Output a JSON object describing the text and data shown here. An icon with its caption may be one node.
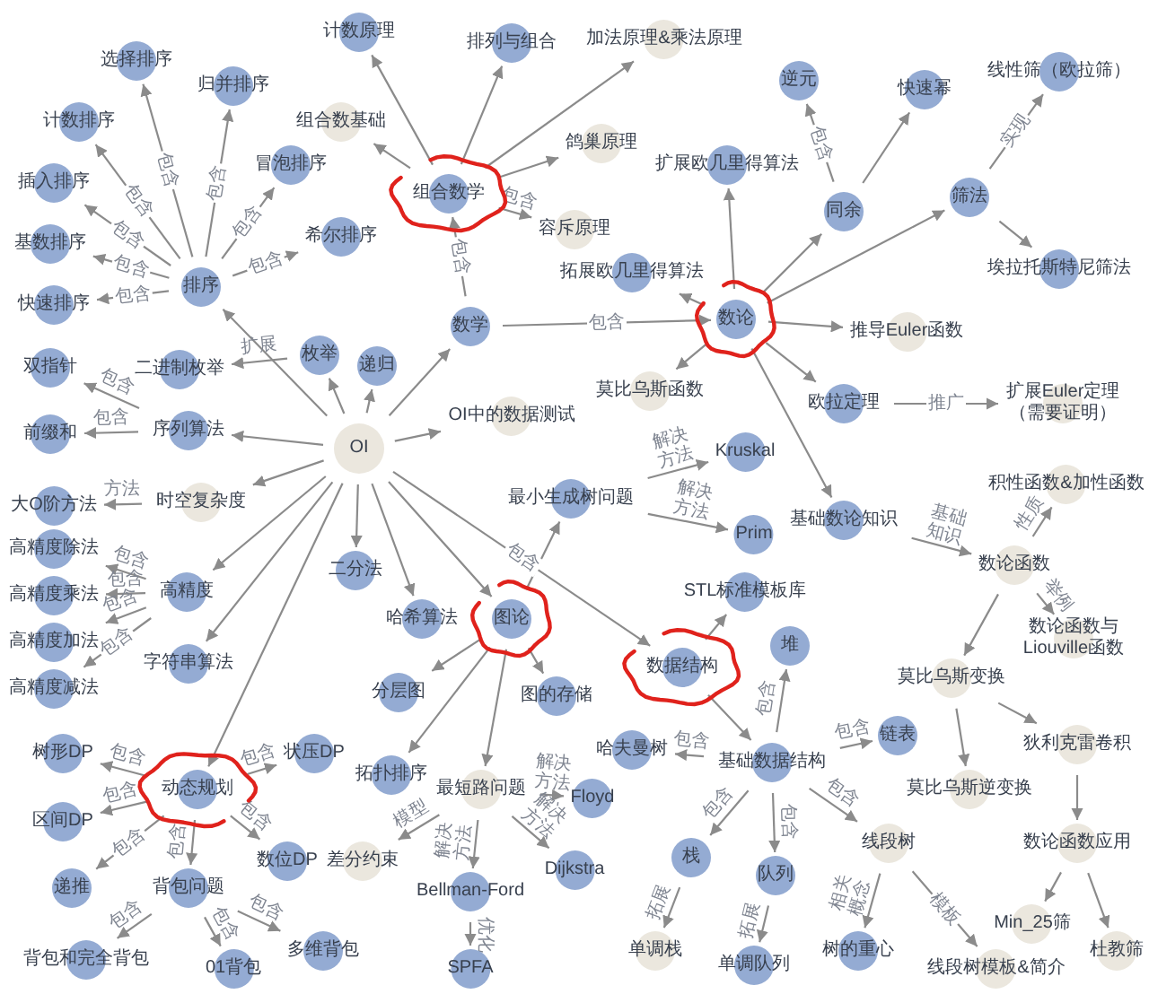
{
  "diagram": {
    "nodes": [
      {
        "text": [
          "OI"
        ]
      },
      {
        "text": [
          "排序"
        ]
      },
      {
        "text": [
          "选择排序"
        ]
      },
      {
        "text": [
          "归并排序"
        ]
      },
      {
        "text": [
          "冒泡排序"
        ]
      },
      {
        "text": [
          "计数排序"
        ]
      },
      {
        "text": [
          "插入排序"
        ]
      },
      {
        "text": [
          "基数排序"
        ]
      },
      {
        "text": [
          "快速排序"
        ]
      },
      {
        "text": [
          "希尔排序"
        ]
      },
      {
        "text": [
          "枚举"
        ]
      },
      {
        "text": [
          "二进制枚举"
        ]
      },
      {
        "text": [
          "序列算法"
        ]
      },
      {
        "text": [
          "双指针"
        ]
      },
      {
        "text": [
          "前缀和"
        ]
      },
      {
        "text": [
          "时空复杂度"
        ]
      },
      {
        "text": [
          "大O阶方法"
        ]
      },
      {
        "text": [
          "高精度"
        ]
      },
      {
        "text": [
          "高精度除法"
        ]
      },
      {
        "text": [
          "高精度乘法"
        ]
      },
      {
        "text": [
          "高精度加法"
        ]
      },
      {
        "text": [
          "高精度减法"
        ]
      },
      {
        "text": [
          "二分法"
        ]
      },
      {
        "text": [
          "哈希算法"
        ]
      },
      {
        "text": [
          "字符串算法"
        ]
      },
      {
        "text": [
          "动态规划"
        ]
      },
      {
        "text": [
          "树形DP"
        ]
      },
      {
        "text": [
          "区间DP"
        ]
      },
      {
        "text": [
          "递推"
        ]
      },
      {
        "text": [
          "数位DP"
        ]
      },
      {
        "text": [
          "状压DP"
        ]
      },
      {
        "text": [
          "背包问题"
        ]
      },
      {
        "text": [
          "背包和完全背包"
        ]
      },
      {
        "text": [
          "01背包"
        ]
      },
      {
        "text": [
          "多维背包"
        ]
      },
      {
        "text": [
          "递归"
        ]
      },
      {
        "text": [
          "数学"
        ]
      },
      {
        "text": [
          "组合数学"
        ]
      },
      {
        "text": [
          "计数原理"
        ]
      },
      {
        "text": [
          "排列与组合"
        ]
      },
      {
        "text": [
          "加法原理&乘法原理"
        ]
      },
      {
        "text": [
          "鸽巢原理"
        ]
      },
      {
        "text": [
          "组合数基础"
        ]
      },
      {
        "text": [
          "容斥原理"
        ]
      },
      {
        "text": [
          "数论"
        ]
      },
      {
        "text": [
          "同余"
        ]
      },
      {
        "text": [
          "逆元"
        ]
      },
      {
        "text": [
          "快速幂"
        ]
      },
      {
        "text": [
          "扩展欧几里得算法"
        ]
      },
      {
        "text": [
          "拓展欧几里得算法"
        ]
      },
      {
        "text": [
          "筛法"
        ]
      },
      {
        "text": [
          "线性筛（欧拉筛）"
        ]
      },
      {
        "text": [
          "埃拉托斯特尼筛法"
        ]
      },
      {
        "text": [
          "推导Euler函数"
        ]
      },
      {
        "text": [
          "欧拉定理"
        ]
      },
      {
        "text": [
          "扩展Euler定理（需要证明）"
        ]
      },
      {
        "text": [
          "莫比乌斯函数"
        ]
      },
      {
        "text": [
          "基础数论知识"
        ]
      },
      {
        "text": [
          "数论函数"
        ]
      },
      {
        "text": [
          "数论函数与Liouville函数"
        ]
      },
      {
        "text": [
          "积性函数&加性函数"
        ]
      },
      {
        "text": [
          "莫比乌斯变换"
        ]
      },
      {
        "text": [
          "莫比乌斯逆变换"
        ]
      },
      {
        "text": [
          "狄利克雷卷积"
        ]
      },
      {
        "text": [
          "数论函数应用"
        ]
      },
      {
        "text": [
          "Min_25筛"
        ]
      },
      {
        "text": [
          "杜教筛"
        ]
      },
      {
        "text": [
          "OI中的数据测试"
        ]
      },
      {
        "text": [
          "图论"
        ]
      },
      {
        "text": [
          "数据结构"
        ]
      },
      {
        "text": [
          "最小生成树问题"
        ]
      },
      {
        "text": [
          "Kruskal"
        ]
      },
      {
        "text": [
          "Prim"
        ]
      },
      {
        "text": [
          "图的存储"
        ]
      },
      {
        "text": [
          "分层图"
        ]
      },
      {
        "text": [
          "拓扑排序"
        ]
      },
      {
        "text": [
          "最短路问题"
        ]
      },
      {
        "text": [
          "差分约束"
        ]
      },
      {
        "text": [
          "Bellman-Ford"
        ]
      },
      {
        "text": [
          "Dijkstra"
        ]
      },
      {
        "text": [
          "Floyd"
        ]
      },
      {
        "text": [
          "SPFA"
        ]
      },
      {
        "text": [
          "STL标准模板库"
        ]
      },
      {
        "text": [
          "基础数据结构"
        ]
      },
      {
        "text": [
          "链表"
        ]
      },
      {
        "text": [
          "栈"
        ]
      },
      {
        "text": [
          "单调栈"
        ]
      },
      {
        "text": [
          "堆"
        ]
      },
      {
        "text": [
          "队列"
        ]
      },
      {
        "text": [
          "单调队列"
        ]
      },
      {
        "text": [
          "哈夫曼树"
        ]
      },
      {
        "text": [
          "线段树"
        ]
      },
      {
        "text": [
          "树的重心"
        ]
      },
      {
        "text": [
          "线段树模板&简介"
        ]
      }
    ],
    "edges": [
      {
        "from": 0,
        "to": 1,
        "arrow": "to"
      },
      {
        "from": 0,
        "to": 10,
        "arrow": "to"
      },
      {
        "from": 0,
        "to": 12,
        "arrow": "to"
      },
      {
        "from": 0,
        "to": 15,
        "arrow": "to"
      },
      {
        "from": 0,
        "to": 17,
        "arrow": "to"
      },
      {
        "from": 0,
        "to": 22,
        "arrow": "to"
      },
      {
        "from": 0,
        "to": 23,
        "arrow": "to"
      },
      {
        "from": 0,
        "to": 24,
        "arrow": "to"
      },
      {
        "from": 0,
        "to": 25,
        "arrow": "to"
      },
      {
        "from": 0,
        "to": 35,
        "arrow": "to"
      },
      {
        "from": 0,
        "to": 36,
        "arrow": "to"
      },
      {
        "from": 0,
        "to": 67,
        "arrow": "to"
      },
      {
        "from": 0,
        "to": 68,
        "arrow": "to"
      },
      {
        "from": 0,
        "to": 69,
        "label": "包含",
        "arrow": "to"
      },
      {
        "from": 1,
        "to": 2,
        "label": "包含",
        "arrow": "to"
      },
      {
        "from": 1,
        "to": 3,
        "label": "包含",
        "arrow": "to"
      },
      {
        "from": 1,
        "to": 4,
        "label": "包含",
        "arrow": "to"
      },
      {
        "from": 1,
        "to": 5,
        "label": "包含",
        "arrow": "to"
      },
      {
        "from": 1,
        "to": 6,
        "label": "包含",
        "arrow": "to"
      },
      {
        "from": 1,
        "to": 7,
        "label": "包含",
        "arrow": "to"
      },
      {
        "from": 1,
        "to": 8,
        "label": "包含",
        "arrow": "to"
      },
      {
        "from": 1,
        "to": 9,
        "label": "包含",
        "arrow": "to"
      },
      {
        "from": 10,
        "to": 11,
        "label": "扩展",
        "arrow": "to"
      },
      {
        "from": 12,
        "to": 13,
        "label": "包含",
        "arrow": "to"
      },
      {
        "from": 12,
        "to": 14,
        "label": "包含",
        "arrow": "to"
      },
      {
        "from": 15,
        "to": 16,
        "label": "方法",
        "arrow": "to"
      },
      {
        "from": 17,
        "to": 18,
        "label": "包含",
        "arrow": "to"
      },
      {
        "from": 17,
        "to": 19,
        "label": "包含",
        "arrow": "to"
      },
      {
        "from": 17,
        "to": 20,
        "label": "包含",
        "arrow": "to"
      },
      {
        "from": 17,
        "to": 21,
        "label": "包含",
        "arrow": "to"
      },
      {
        "from": 25,
        "to": 26,
        "label": "包含",
        "arrow": "to"
      },
      {
        "from": 25,
        "to": 27,
        "label": "包含",
        "arrow": "to"
      },
      {
        "from": 25,
        "to": 28,
        "label": "包含",
        "arrow": "to"
      },
      {
        "from": 25,
        "to": 29,
        "label": "包含",
        "arrow": "to"
      },
      {
        "from": 25,
        "to": 30,
        "label": "包含",
        "arrow": "to"
      },
      {
        "from": 25,
        "to": 31,
        "label": "包含",
        "arrow": "to"
      },
      {
        "from": 31,
        "to": 32,
        "label": "包含",
        "arrow": "to"
      },
      {
        "from": 31,
        "to": 33,
        "label": "包含",
        "arrow": "to"
      },
      {
        "from": 31,
        "to": 34,
        "label": "包含",
        "arrow": "to"
      },
      {
        "from": 36,
        "to": 37,
        "label": "包含",
        "arrow": "to"
      },
      {
        "from": 36,
        "to": 44,
        "label": "包含",
        "arrow": "to"
      },
      {
        "from": 37,
        "to": 38,
        "arrow": "to"
      },
      {
        "from": 37,
        "to": 39,
        "arrow": "to"
      },
      {
        "from": 37,
        "to": 40,
        "arrow": "to"
      },
      {
        "from": 37,
        "to": 41,
        "arrow": "to"
      },
      {
        "from": 37,
        "to": 42,
        "arrow": "to"
      },
      {
        "from": 37,
        "to": 43,
        "label": "包含",
        "arrow": "to"
      },
      {
        "from": 44,
        "to": 48,
        "arrow": "to"
      },
      {
        "from": 44,
        "to": 49,
        "arrow": "to"
      },
      {
        "from": 44,
        "to": 45,
        "arrow": "to"
      },
      {
        "from": 44,
        "to": 50,
        "arrow": "to"
      },
      {
        "from": 44,
        "to": 53,
        "arrow": "to"
      },
      {
        "from": 44,
        "to": 54,
        "arrow": "to"
      },
      {
        "from": 44,
        "to": 56,
        "arrow": "to"
      },
      {
        "from": 44,
        "to": 57,
        "arrow": "to"
      },
      {
        "from": 45,
        "to": 46,
        "label": "包含",
        "arrow": "to"
      },
      {
        "from": 45,
        "to": 47,
        "arrow": "to"
      },
      {
        "from": 50,
        "to": 51,
        "label": "实现",
        "arrow": "to"
      },
      {
        "from": 50,
        "to": 52,
        "arrow": "to"
      },
      {
        "from": 54,
        "to": 55,
        "label": "推广",
        "arrow": "to"
      },
      {
        "from": 57,
        "to": 58,
        "label": "基础知识",
        "arrow": "to"
      },
      {
        "from": 58,
        "to": 60,
        "label": "性质",
        "arrow": "to"
      },
      {
        "from": 58,
        "to": 59,
        "label": "举例",
        "arrow": "to"
      },
      {
        "from": 58,
        "to": 61,
        "arrow": "to"
      },
      {
        "from": 61,
        "to": 62,
        "arrow": "to"
      },
      {
        "from": 61,
        "to": 63,
        "arrow": "to"
      },
      {
        "from": 63,
        "to": 64,
        "arrow": "to"
      },
      {
        "from": 64,
        "to": 65,
        "arrow": "to"
      },
      {
        "from": 64,
        "to": 66,
        "arrow": "to"
      },
      {
        "from": 68,
        "to": 70,
        "arrow": "to"
      },
      {
        "from": 68,
        "to": 73,
        "arrow": "to"
      },
      {
        "from": 68,
        "to": 74,
        "arrow": "to"
      },
      {
        "from": 68,
        "to": 75,
        "arrow": "to"
      },
      {
        "from": 68,
        "to": 76,
        "arrow": "to"
      },
      {
        "from": 70,
        "to": 71,
        "label": "解决方法",
        "arrow": "to"
      },
      {
        "from": 70,
        "to": 72,
        "label": "解决方法",
        "arrow": "to"
      },
      {
        "from": 76,
        "to": 77,
        "label": "模型",
        "arrow": "to"
      },
      {
        "from": 76,
        "to": 78,
        "label": "解决方法",
        "arrow": "to"
      },
      {
        "from": 76,
        "to": 79,
        "label": "解决方法",
        "arrow": "to"
      },
      {
        "from": 76,
        "to": 80,
        "label": "解决方法",
        "arrow": "to"
      },
      {
        "from": 78,
        "to": 81,
        "label": "优化",
        "arrow": "to"
      },
      {
        "from": 69,
        "to": 82,
        "arrow": "to"
      },
      {
        "from": 69,
        "to": 83,
        "arrow": "to"
      },
      {
        "from": 83,
        "to": 84,
        "label": "包含",
        "arrow": "to"
      },
      {
        "from": 83,
        "to": 85,
        "label": "包含",
        "arrow": "to"
      },
      {
        "from": 83,
        "to": 87,
        "label": "包含",
        "arrow": "to"
      },
      {
        "from": 83,
        "to": 88,
        "label": "包含",
        "arrow": "to"
      },
      {
        "from": 83,
        "to": 90,
        "label": "包含",
        "arrow": "to"
      },
      {
        "from": 83,
        "to": 91,
        "label": "包含",
        "arrow": "to"
      },
      {
        "from": 85,
        "to": 86,
        "label": "拓展",
        "arrow": "to"
      },
      {
        "from": 88,
        "to": 89,
        "label": "拓展",
        "arrow": "to"
      },
      {
        "from": 91,
        "to": 92,
        "label": "相关概念",
        "arrow": "to"
      },
      {
        "from": 91,
        "to": 93,
        "label": "模板",
        "arrow": "to"
      }
    ]
  }
}
